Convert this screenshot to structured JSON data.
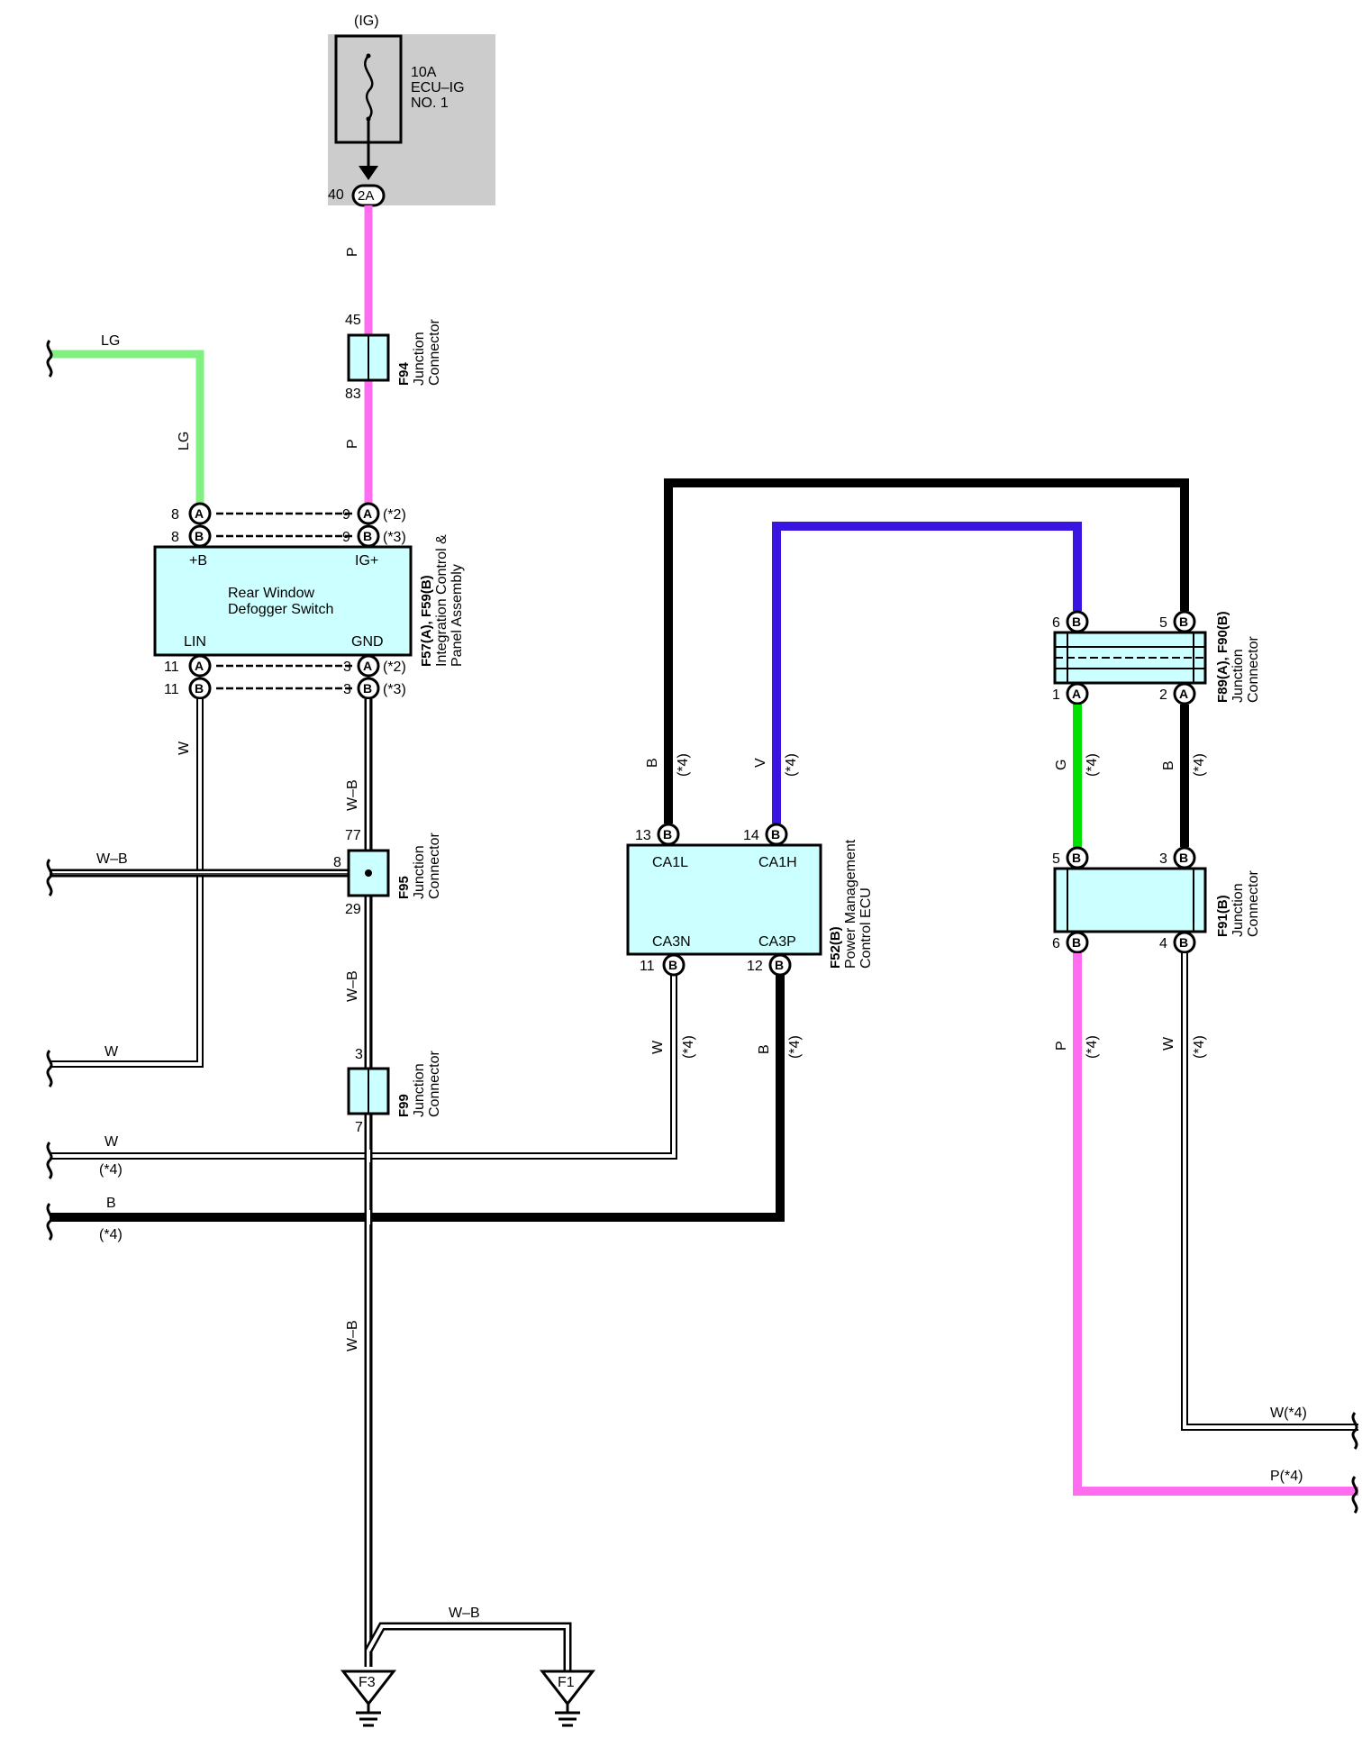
{
  "fuse": {
    "power": "(IG)",
    "rating": "10A",
    "name1": "ECU–IG",
    "name2": "NO. 1",
    "pin": "40",
    "conn": "2A"
  },
  "colors": {
    "pink": "#ff6cf0",
    "lightgreen": "#80f080",
    "green": "#00e000",
    "violet": "#3a14e0",
    "black": "#000000",
    "box": "#ccffff",
    "fusebg": "#cccccc"
  },
  "wires": {
    "p_top": "P",
    "p_mid": "P",
    "lg_left": "LG",
    "lg_vert": "LG",
    "w_left_vert": "W",
    "wb_1": "W–B",
    "wb_2": "W–B",
    "wb_3": "W–B",
    "wb_left": "W–B",
    "w_left_2": "W",
    "w_left_3": "W",
    "w_left_3_note": "(*4)",
    "b_left": "B",
    "b_left_note": "(*4)",
    "wb_ground": "W–B",
    "b_ecu_l": "B",
    "b_ecu_l_note": "(*4)",
    "v_ecu": "V",
    "v_ecu_note": "(*4)",
    "g_right": "G",
    "g_right_note": "(*4)",
    "b_right": "B",
    "b_right_note": "(*4)",
    "w_ecu_bot": "W",
    "w_ecu_bot_note": "(*4)",
    "b_ecu_bot": "B",
    "b_ecu_bot_note": "(*4)",
    "p_right": "P",
    "p_right_note": "(*4)",
    "w_right": "W",
    "w_right_note": "(*4)",
    "w_right_end": "W(*4)",
    "p_right_end": "P(*4)"
  },
  "f94": {
    "id": "F94",
    "line1": "Junction",
    "line2": "Connector",
    "pin_top": "45",
    "pin_bot": "83"
  },
  "f95": {
    "id": "F95",
    "line1": "Junction",
    "line2": "Connector",
    "pin_top": "77",
    "pin_left": "8",
    "pin_bot": "29"
  },
  "f99": {
    "id": "F99",
    "line1": "Junction",
    "line2": "Connector",
    "pin_top": "3",
    "pin_bot": "7"
  },
  "switch": {
    "id": "F57(A), F59(B)",
    "line1": "Integration Control &",
    "line2": "Panel Assembly",
    "name1": "Rear Window",
    "name2": "Defogger Switch",
    "t_b": "+B",
    "t_ig": "IG+",
    "t_lin": "LIN",
    "t_gnd": "GND",
    "pin_a_l": "8",
    "pin_b_l": "8",
    "pin_a_r": "9",
    "pin_b_r": "9",
    "pin_a_l2": "11",
    "pin_b_l2": "11",
    "pin_a_r2": "3",
    "pin_b_r2": "3",
    "note2": "(*2)",
    "note3": "(*3)",
    "note2b": "(*2)",
    "note3b": "(*3)",
    "conn_a": "A",
    "conn_b": "B"
  },
  "ecu": {
    "id": "F52(B)",
    "line1": "Power Management",
    "line2": "Control ECU",
    "t1": "CA1L",
    "t2": "CA1H",
    "t3": "CA3N",
    "t4": "CA3P",
    "p1": "13",
    "p2": "14",
    "p3": "11",
    "p4": "12",
    "conn": "B"
  },
  "f89": {
    "id": "F89(A), F90(B)",
    "line1": "Junction",
    "line2": "Connector",
    "p6": "6",
    "p5": "5",
    "p1": "1",
    "p2": "2",
    "cB": "B",
    "cA": "A"
  },
  "f91": {
    "id": "F91(B)",
    "line1": "Junction",
    "line2": "Connector",
    "p5": "5",
    "p3": "3",
    "p6": "6",
    "p4": "4",
    "cB": "B"
  },
  "grounds": {
    "g1": "F3",
    "g2": "F1"
  }
}
